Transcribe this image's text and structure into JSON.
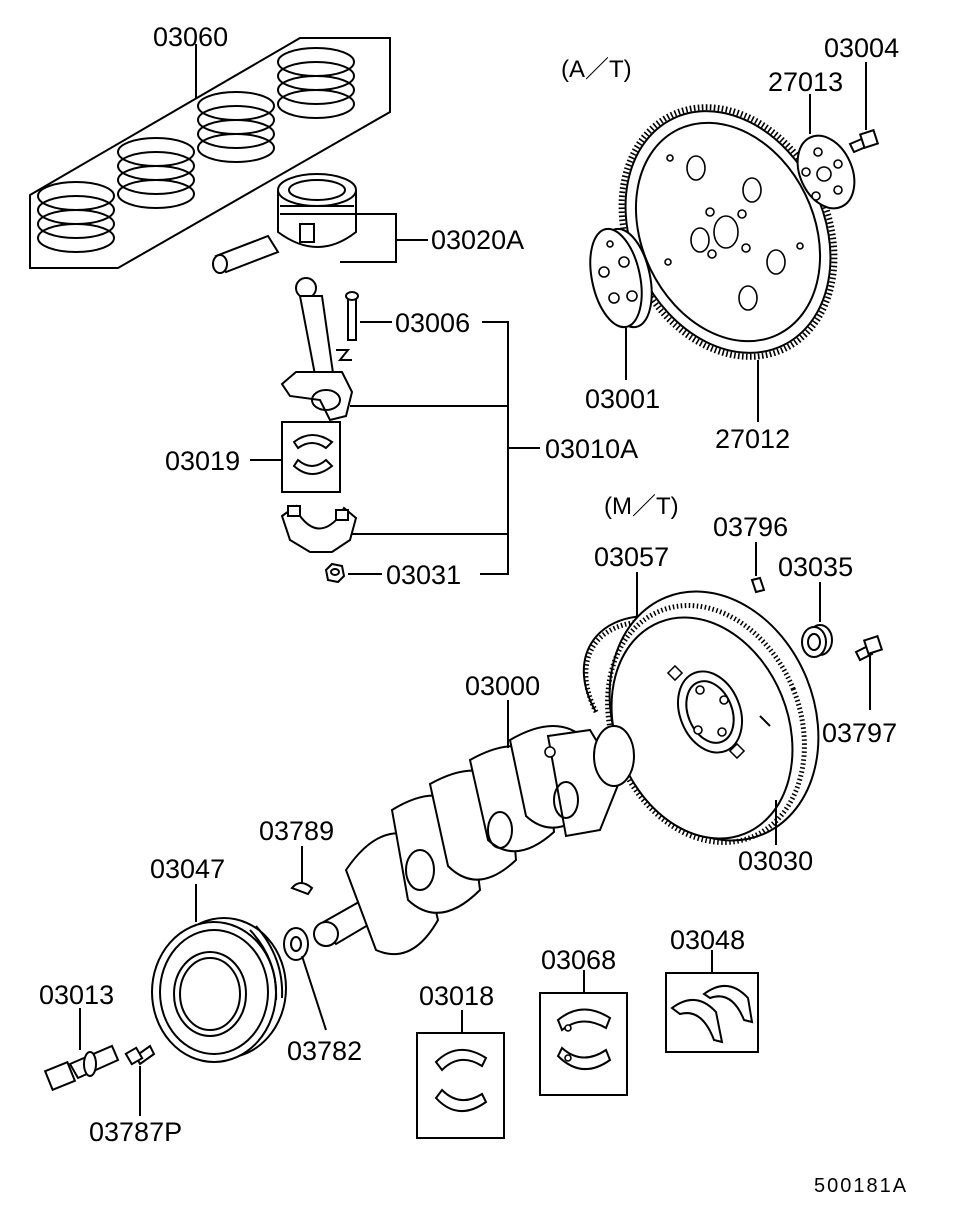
{
  "diagram": {
    "sections": {
      "at": "(A／T)",
      "mt": "(M／T)"
    },
    "parts": {
      "p03060": "03060",
      "p03020A": "03020A",
      "p03006": "03006",
      "p03010A": "03010A",
      "p03019": "03019",
      "p03031": "03031",
      "p03004": "03004",
      "p27013": "27013",
      "p03001": "03001",
      "p27012": "27012",
      "p03796": "03796",
      "p03057": "03057",
      "p03035": "03035",
      "p03797": "03797",
      "p03000": "03000",
      "p03030": "03030",
      "p03789": "03789",
      "p03047": "03047",
      "p03013": "03013",
      "p03782": "03782",
      "p03787P": "03787P",
      "p03018": "03018",
      "p03068": "03068",
      "p03048": "03048"
    },
    "reference": "500181A"
  }
}
